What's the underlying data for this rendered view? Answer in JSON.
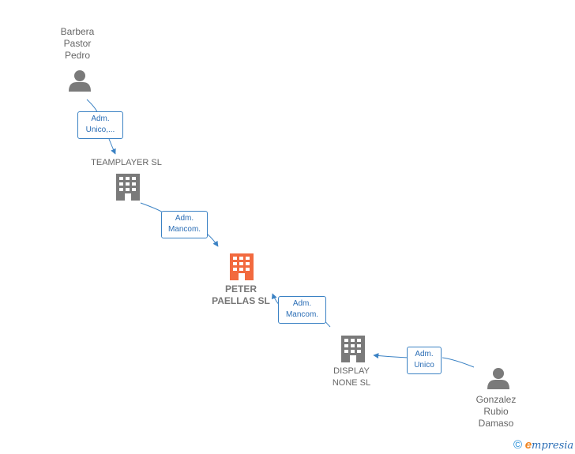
{
  "colors": {
    "edge": "#3b82c4",
    "node_gray": "#7a7a7a",
    "node_focus": "#f26a3f"
  },
  "nodes": {
    "barbera": {
      "label": "Barbera\nPastor\nPedro",
      "icon": "person-icon"
    },
    "teamplayer": {
      "label": "TEAMPLAYER SL",
      "icon": "building-icon"
    },
    "peter": {
      "label": "PETER\nPAELLAS  SL",
      "icon": "building-icon"
    },
    "display": {
      "label": "DISPLAY\nNONE  SL",
      "icon": "building-icon"
    },
    "gonzalez": {
      "label": "Gonzalez\nRubio\nDamaso",
      "icon": "person-icon"
    }
  },
  "edges": {
    "barbera_to_teamplayer": "Adm.\nUnico,...",
    "teamplayer_to_peter": "Adm.\nMancom.",
    "display_to_peter": "Adm.\nMancom.",
    "gonzalez_to_display": "Adm.\nUnico"
  },
  "watermark": {
    "copyright": "©",
    "brand_e": "e",
    "brand_rest": "mpresia"
  }
}
